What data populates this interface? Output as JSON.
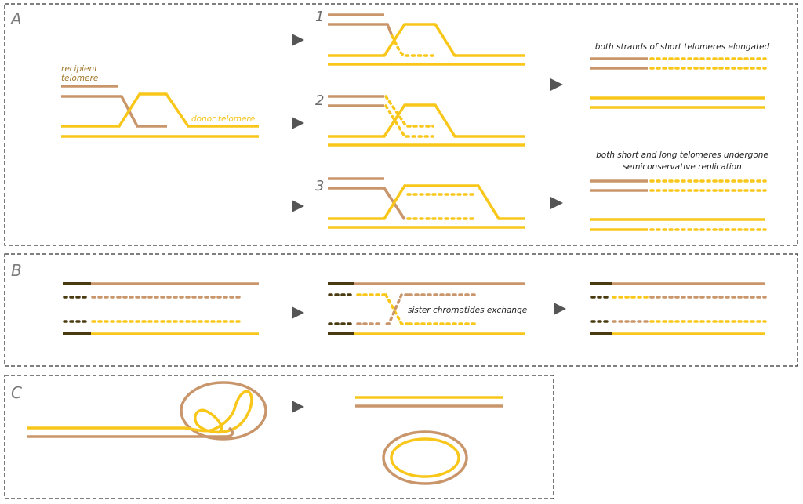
{
  "colors": {
    "yellow": "#F9C61A",
    "tan": "#C9956A",
    "dark": "#4A3A10",
    "arrow": "#555555",
    "border": "#333333",
    "recipient_label": "#A0782A"
  },
  "panels": {
    "a": {
      "letter": "A"
    },
    "b": {
      "letter": "B"
    },
    "c": {
      "letter": "C"
    }
  },
  "labels": {
    "recipient_line1": "recipient",
    "recipient_line2": "telomere",
    "donor": "donor telomere",
    "step1": "1",
    "step2": "2",
    "step3": "3",
    "result_top": "both strands of short telomeres elongated",
    "result_bottom_line1": "both short and long telomeres undergone",
    "result_bottom_line2": "semiconservative replication",
    "sister_exchange": "sister chromatides exchange"
  },
  "icons": [
    "arrow-right-icon"
  ]
}
